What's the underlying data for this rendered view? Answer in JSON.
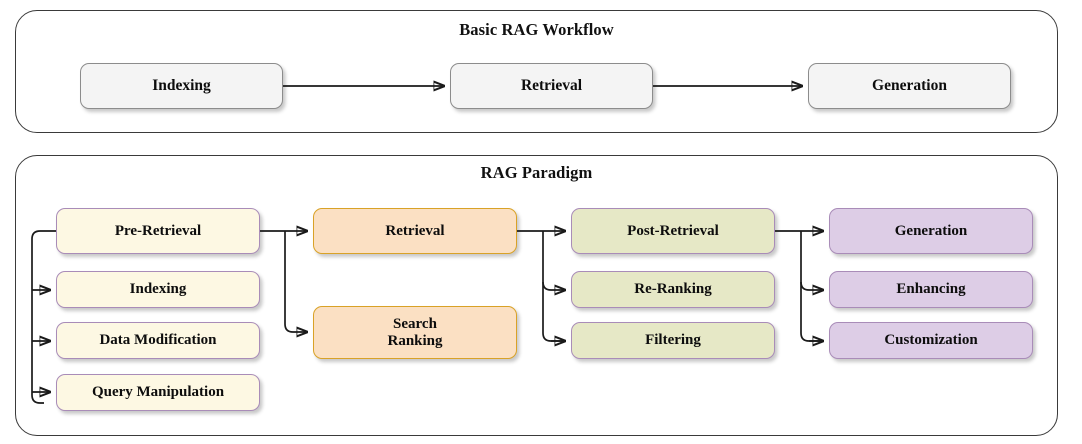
{
  "basic_workflow": {
    "title": "Basic RAG Workflow",
    "steps": [
      {
        "label": "Indexing"
      },
      {
        "label": "Retrieval"
      },
      {
        "label": "Generation"
      }
    ]
  },
  "rag_paradigm": {
    "title": "RAG Paradigm",
    "stages": [
      {
        "name": "pre-retrieval",
        "head": "Pre-Retrieval",
        "children": [
          "Indexing",
          "Data Modification",
          "Query Manipulation"
        ]
      },
      {
        "name": "retrieval",
        "head": "Retrieval",
        "children": [
          "Search\nRanking"
        ]
      },
      {
        "name": "post-retrieval",
        "head": "Post-Retrieval",
        "children": [
          "Re-Ranking",
          "Filtering"
        ]
      },
      {
        "name": "generation",
        "head": "Generation",
        "children": [
          "Enhancing",
          "Customization"
        ]
      }
    ]
  },
  "colors": {
    "panel_border": "#3a3a3a",
    "gray_fill": "#f4f4f4",
    "gray_border": "#8c8c8c",
    "cream_fill": "#fdf8e3",
    "peach_fill": "#fbe0c3",
    "peach_border": "#d9a227",
    "olive_fill": "#e6e8c6",
    "purple_fill": "#ddcde6",
    "purple_border": "#a98cb8",
    "connector": "#1a1a1a"
  }
}
